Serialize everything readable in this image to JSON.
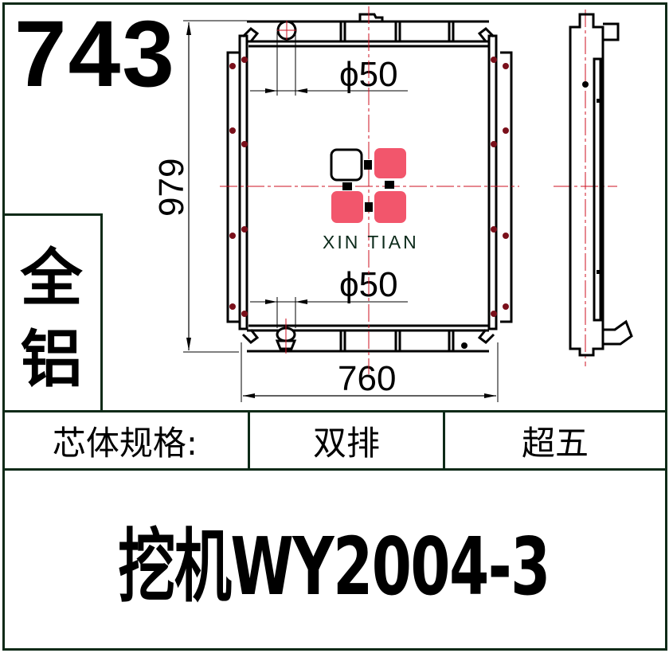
{
  "header": {
    "model_number": "743"
  },
  "material": {
    "label_line1": "全",
    "label_line2": "铝",
    "label": "全铝"
  },
  "drawing": {
    "dim_height": "979",
    "dim_width": "760",
    "dim_top_pipe": "ϕ50",
    "dim_bottom_pipe": "ϕ50",
    "logo_text": "XIN TIAN",
    "colors": {
      "outline": "#000000",
      "centerline": "#cc1122",
      "logo_red": "#f2566c",
      "border": "#0d2a17"
    }
  },
  "specs": {
    "core_label": "芯体规格:",
    "core_rows": "双排",
    "core_grade": "超五"
  },
  "footer": {
    "model_name": "挖机WY2004-3"
  }
}
